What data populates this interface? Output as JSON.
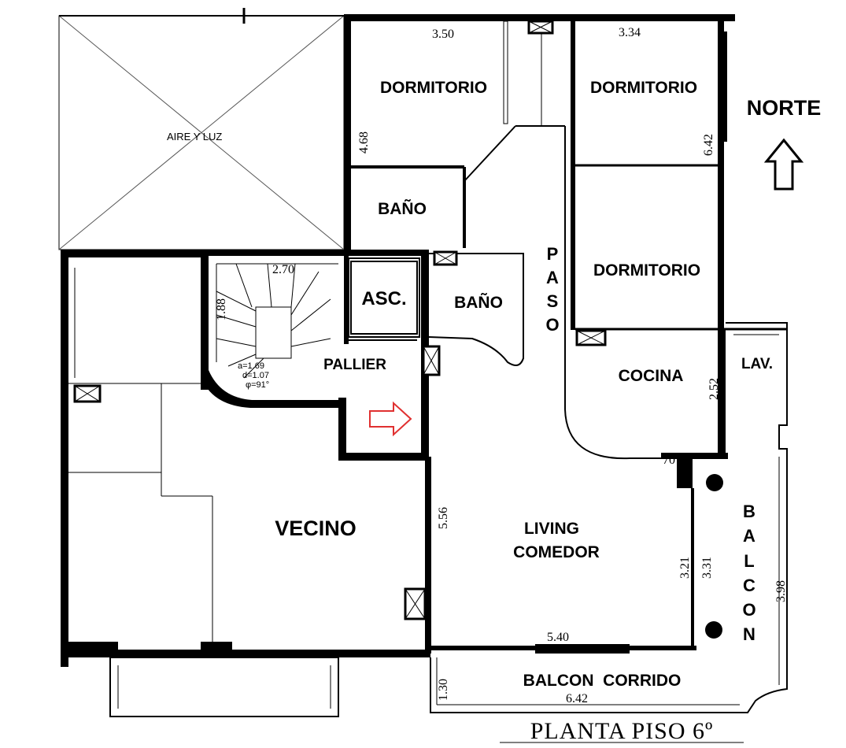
{
  "title": "PLANTA PISO 6º",
  "compass": {
    "label": "NORTE",
    "icon": "north-arrow-icon"
  },
  "rooms": {
    "aire_luz": "AIRE Y LUZ",
    "dorm_1": "DORMITORIO",
    "dorm_2": "DORMITORIO",
    "dorm_3": "DORMITORIO",
    "bano_1": "BAÑO",
    "bano_2": "BAÑO",
    "asc": "ASC.",
    "pallier": "PALLIER",
    "paso": [
      "P",
      "A",
      "S",
      "O"
    ],
    "cocina": "COCINA",
    "lav": "LAV.",
    "vecino": "VECINO",
    "living_1": "LIVING",
    "living_2": "COMEDOR",
    "balcon": [
      "B",
      "A",
      "L",
      "C",
      "O",
      "N"
    ],
    "balcon_corrido": "BALCON  CORRIDO"
  },
  "dimensions": {
    "d_350": "3.50",
    "d_334": "3.34",
    "d_468": "4.68",
    "d_642_v": "6.42",
    "d_270": "2.70",
    "d_188": "1.88",
    "d_252": "2.52",
    "d_556": "5.56",
    "d_321": "3.21",
    "d_331": "3.31",
    "d_398": "3.98",
    "d_540": "5.40",
    "d_130": "1.30",
    "d_642_h": "6.42",
    "d_70": "70"
  },
  "stair_notes": {
    "a": "a=1.69",
    "d": "d=1.07",
    "phi": "φ=91°"
  },
  "colors": {
    "entry_arrow": "#e03030",
    "lines": "#000000"
  }
}
